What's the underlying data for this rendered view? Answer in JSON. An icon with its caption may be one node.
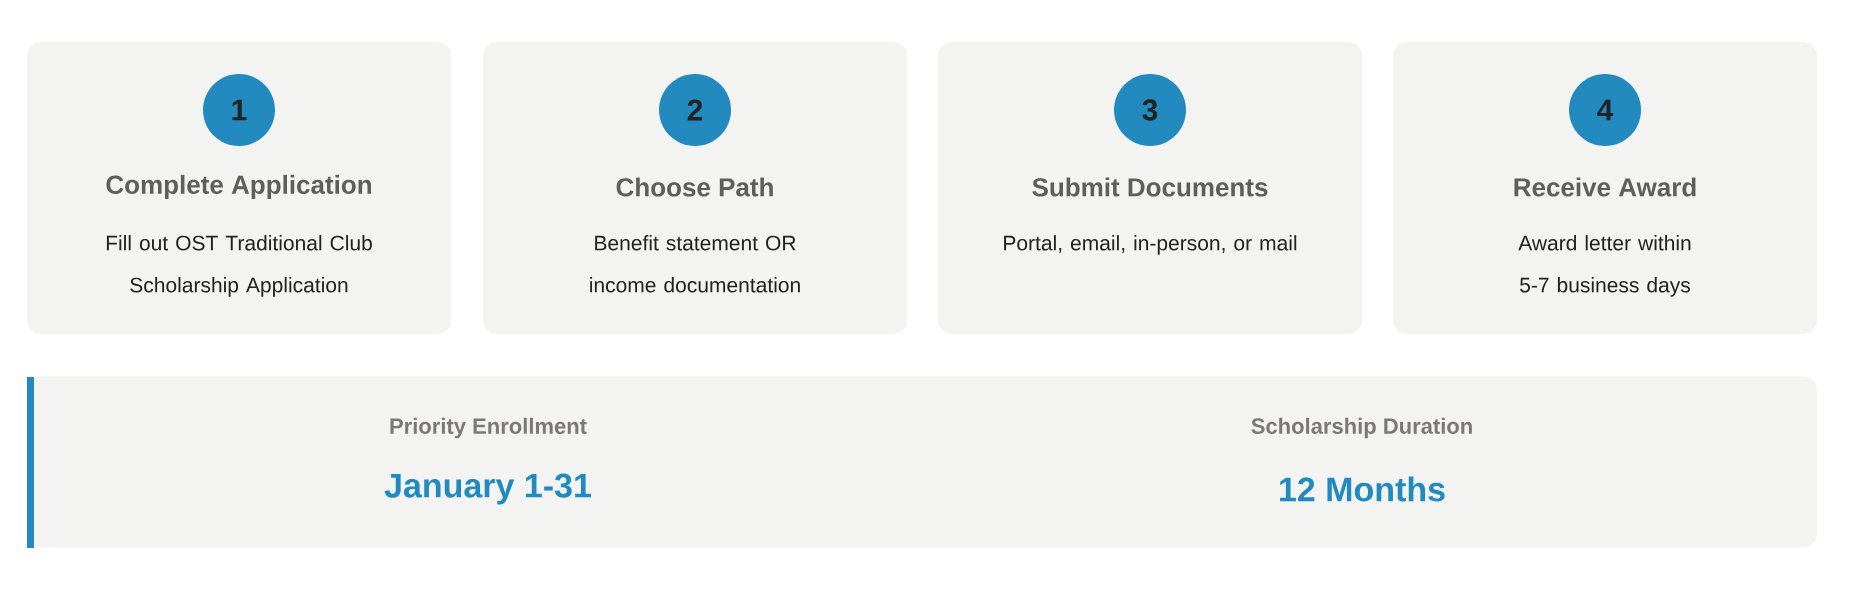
{
  "diagram": {
    "nodes": [
      {
        "text": [
          "Complete Application",
          "Fill out OST Traditional Club Scholarship Application"
        ]
      },
      {
        "text": [
          "1"
        ],
        "in": 0
      },
      {
        "text": [
          "Choose Path",
          "Benefit statement OR income documentation"
        ]
      },
      {
        "text": [
          "2"
        ],
        "in": 2
      },
      {
        "text": [
          "Submit Documents",
          "Portal, email, in-person, or mail"
        ]
      },
      {
        "text": [
          "3"
        ],
        "in": 4
      },
      {
        "text": [
          "Receive Award",
          "Award letter within 5-7 business days"
        ]
      },
      {
        "text": [
          "4"
        ],
        "in": 6
      },
      {
        "text": [
          "Priority Enrollment",
          "January 1-31",
          "Scholarship Duration",
          "12 Months"
        ]
      }
    ]
  }
}
